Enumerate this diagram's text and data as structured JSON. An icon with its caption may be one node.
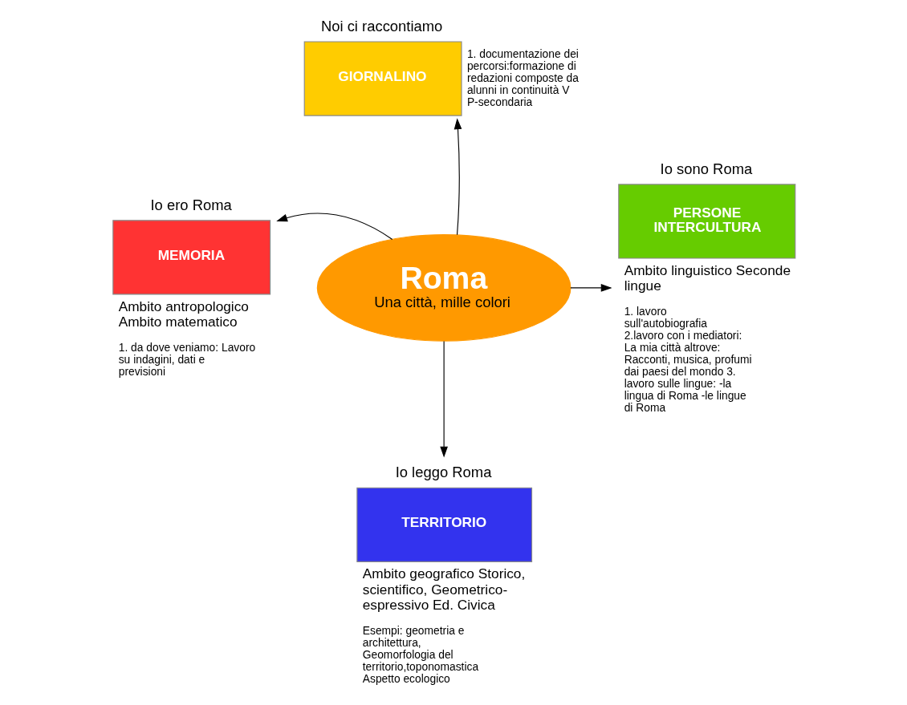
{
  "diagram": {
    "nodes": [
      {
        "text": [
          "Roma",
          "Una città, mille colori"
        ]
      },
      {
        "text": [
          "Noi ci raccontiamo",
          "GIORNALINO"
        ],
        "beside": [
          "1. documentazione dei percorsi:formazione di redazioni composte da alunni in continuità V P-secondaria"
        ]
      },
      {
        "text": [
          "Io ero Roma",
          "MEMORIA"
        ],
        "beside": [
          "Ambito antropologico Ambito matematico",
          "1. da dove veniamo: Lavoro su indagini, dati e previsioni"
        ]
      },
      {
        "text": [
          "Io sono Roma",
          "PERSONE INTERCULTURA"
        ],
        "beside": [
          "Ambito linguistico Seconde lingue",
          "1. lavoro sull'autobiografia 2.lavoro con i mediatori: La mia città altrove: Racconti, musica, profumi dai paesi del mondo 3. lavoro sulle lingue: -la lingua di Roma -le lingue di Roma"
        ]
      },
      {
        "text": [
          "Io leggo Roma",
          "TERRITORIO"
        ],
        "beside": [
          "Ambito geografico Storico, scientifico, Geometrico-espressivo Ed. Civica",
          "Esempi: geometria e architettura, Geomorfologia del territorio,toponomastica Aspetto ecologico"
        ]
      }
    ],
    "edges": [
      {
        "from": 0,
        "to": 1,
        "arrow": "to"
      },
      {
        "from": 0,
        "to": 2,
        "arrow": "to"
      },
      {
        "from": 0,
        "to": 3,
        "arrow": "to"
      },
      {
        "from": 0,
        "to": 4,
        "arrow": "to"
      }
    ]
  }
}
